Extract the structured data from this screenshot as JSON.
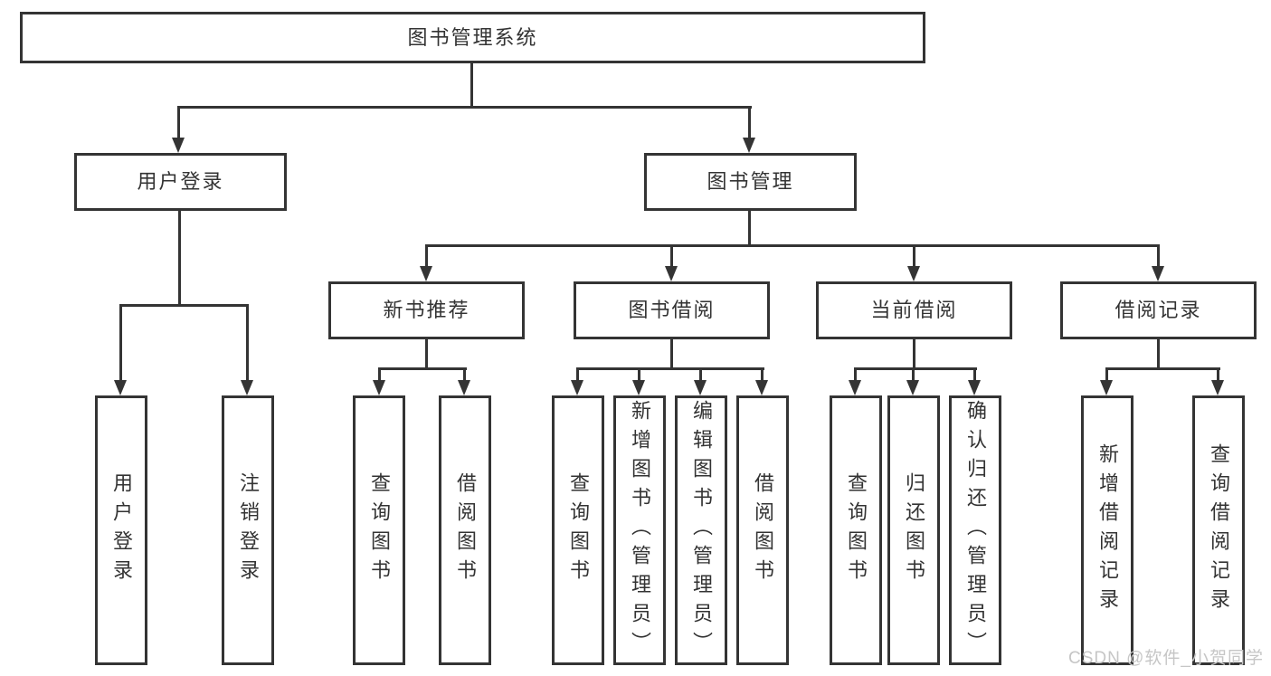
{
  "diagram_title": "图书管理系统",
  "diagram_type": "hierarchy-tree",
  "colors": {
    "line": "#343434",
    "text": "#333333",
    "background": "#ffffff",
    "watermark": "#c6c6c6"
  },
  "tree": {
    "label": "图书管理系统",
    "children": [
      {
        "label": "用户登录",
        "children": [
          {
            "label": "用户登录"
          },
          {
            "label": "注销登录"
          }
        ]
      },
      {
        "label": "图书管理",
        "children": [
          {
            "label": "新书推荐",
            "children": [
              {
                "label": "查询图书"
              },
              {
                "label": "借阅图书"
              }
            ]
          },
          {
            "label": "图书借阅",
            "children": [
              {
                "label": "查询图书"
              },
              {
                "label": "新增图书（管理员）"
              },
              {
                "label": "编辑图书（管理员）"
              },
              {
                "label": "借阅图书"
              }
            ]
          },
          {
            "label": "当前借阅",
            "children": [
              {
                "label": "查询图书"
              },
              {
                "label": "归还图书"
              },
              {
                "label": "确认归还（管理员）"
              }
            ]
          },
          {
            "label": "借阅记录",
            "children": [
              {
                "label": "新增借阅记录"
              },
              {
                "label": "查询借阅记录"
              }
            ]
          }
        ]
      }
    ]
  },
  "watermark": {
    "text": "CSDN @软件_小贺同学"
  }
}
